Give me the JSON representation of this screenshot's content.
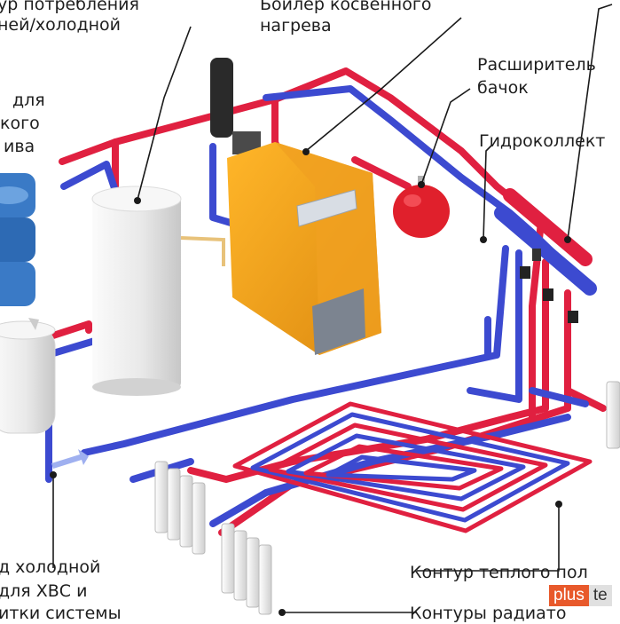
{
  "labels": {
    "consumer_circuit": [
      "ур потребления",
      "ней/холодной"
    ],
    "boiler_indirect": [
      "Бойлер косвенного",
      "нагрева"
    ],
    "expansion_tank": [
      "Расширитель",
      "бачок"
    ],
    "hydro_collector": "Гидроколлект",
    "tank_left": [
      "для",
      "кого",
      "ива"
    ],
    "cold_water_input": [
      "д холодной",
      "для ХВС и",
      "итки системы"
    ],
    "underfloor_circuit": "Контур теплого пол",
    "radiator_circuits": "Контуры радиато"
  },
  "brand": {
    "part1": "plus",
    "part2": "te"
  },
  "colors": {
    "hot_pipe": "#e02040",
    "cold_pipe": "#3c4ad0",
    "boiler_body": "#f0a020",
    "expansion_tank": "#e0202c",
    "brand_accent": "#e8592b"
  }
}
